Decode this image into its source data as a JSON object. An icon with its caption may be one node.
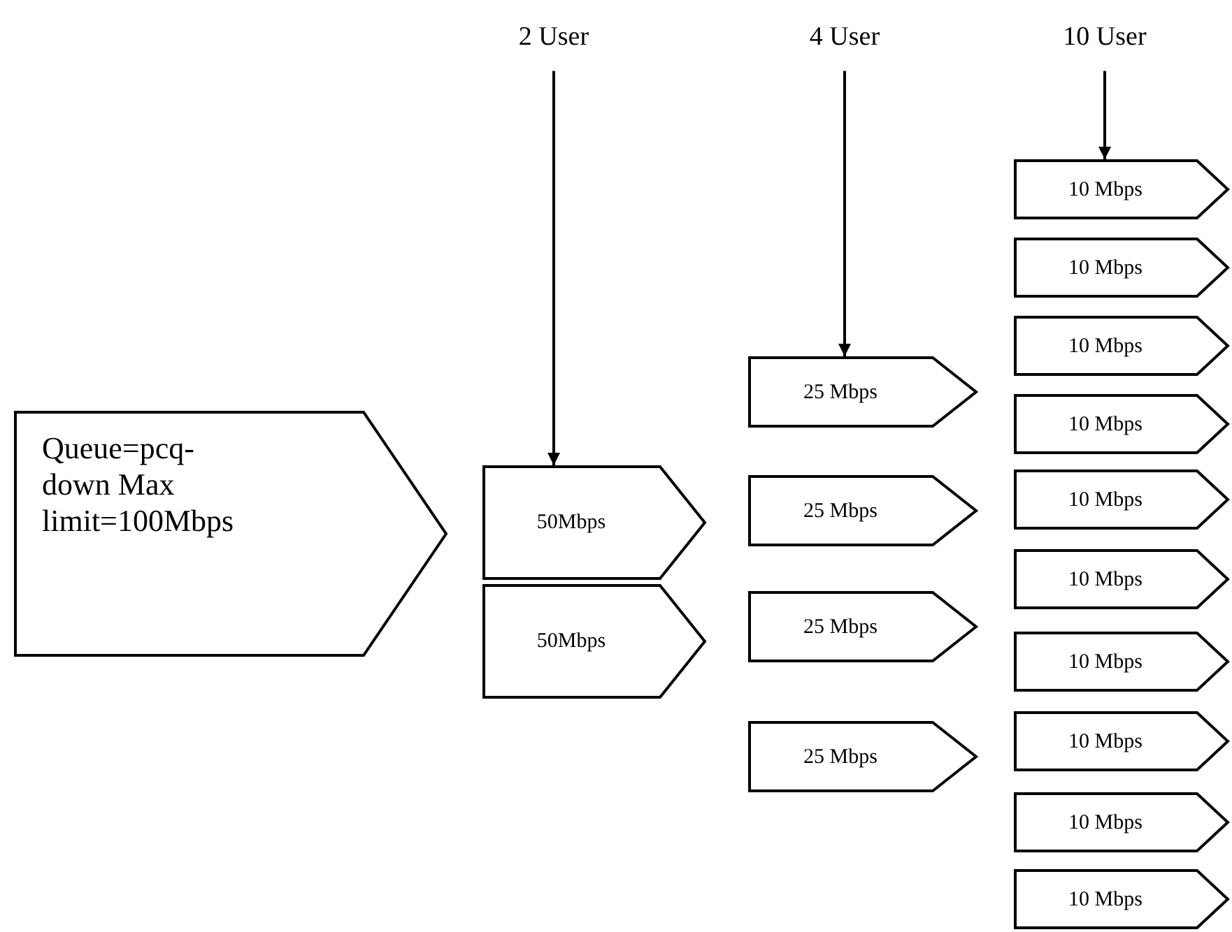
{
  "diagram": {
    "nodes": [
      {
        "text": [
          "Queue=pcq-down Max limit=100Mbps"
        ]
      },
      {
        "text": [
          "2 User"
        ]
      },
      {
        "text": [
          "4 User"
        ]
      },
      {
        "text": [
          "10 User"
        ]
      },
      {
        "text": [
          "50Mbps"
        ]
      },
      {
        "text": [
          "50Mbps"
        ]
      },
      {
        "text": [
          "25 Mbps"
        ]
      },
      {
        "text": [
          "25 Mbps"
        ]
      },
      {
        "text": [
          "25 Mbps"
        ]
      },
      {
        "text": [
          "25 Mbps"
        ]
      },
      {
        "text": [
          "10 Mbps"
        ]
      },
      {
        "text": [
          "10 Mbps"
        ]
      },
      {
        "text": [
          "10 Mbps"
        ]
      },
      {
        "text": [
          "10 Mbps"
        ]
      },
      {
        "text": [
          "10 Mbps"
        ]
      },
      {
        "text": [
          "10 Mbps"
        ]
      },
      {
        "text": [
          "10 Mbps"
        ]
      },
      {
        "text": [
          "10 Mbps"
        ]
      },
      {
        "text": [
          "10 Mbps"
        ]
      },
      {
        "text": [
          "10 Mbps"
        ]
      }
    ],
    "edges": [
      {
        "from": 1,
        "to": 4,
        "arrow": "to"
      },
      {
        "from": 2,
        "to": 6,
        "arrow": "to"
      },
      {
        "from": 3,
        "to": 10,
        "arrow": "to"
      }
    ]
  }
}
